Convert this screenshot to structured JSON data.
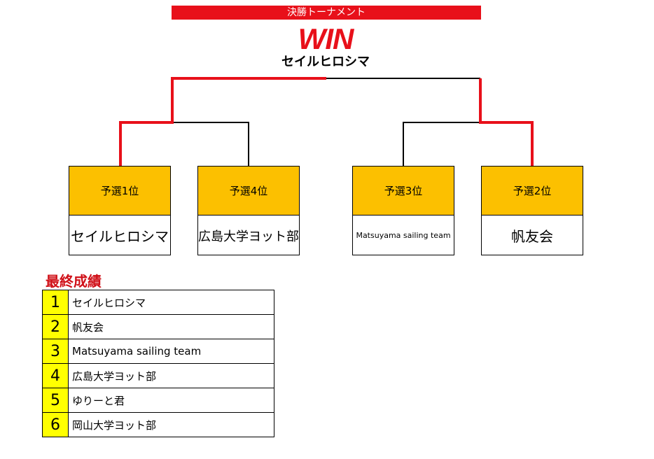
{
  "title": "決勝トーナメント",
  "win_label": "WIN",
  "winner": "セイルヒロシマ",
  "teams": [
    {
      "seed": "予選1位",
      "name": "セイルヒロシマ"
    },
    {
      "seed": "予選4位",
      "name": "広島大学ヨット部"
    },
    {
      "seed": "予選3位",
      "name": "Matsuyama sailing team"
    },
    {
      "seed": "予選2位",
      "name": "帆友会"
    }
  ],
  "results_title": "最終成績",
  "results": [
    {
      "rank": "1",
      "team": "セイルヒロシマ"
    },
    {
      "rank": "2",
      "team": "帆友会"
    },
    {
      "rank": "3",
      "team": "Matsuyama sailing team"
    },
    {
      "rank": "4",
      "team": "広島大学ヨット部"
    },
    {
      "rank": "5",
      "team": "ゆりーと君"
    },
    {
      "rank": "6",
      "team": "岡山大学ヨット部"
    }
  ],
  "colors": {
    "accent_red": "#e8101a",
    "seed_fill": "#fcc000",
    "rank_fill": "#ffff00"
  }
}
